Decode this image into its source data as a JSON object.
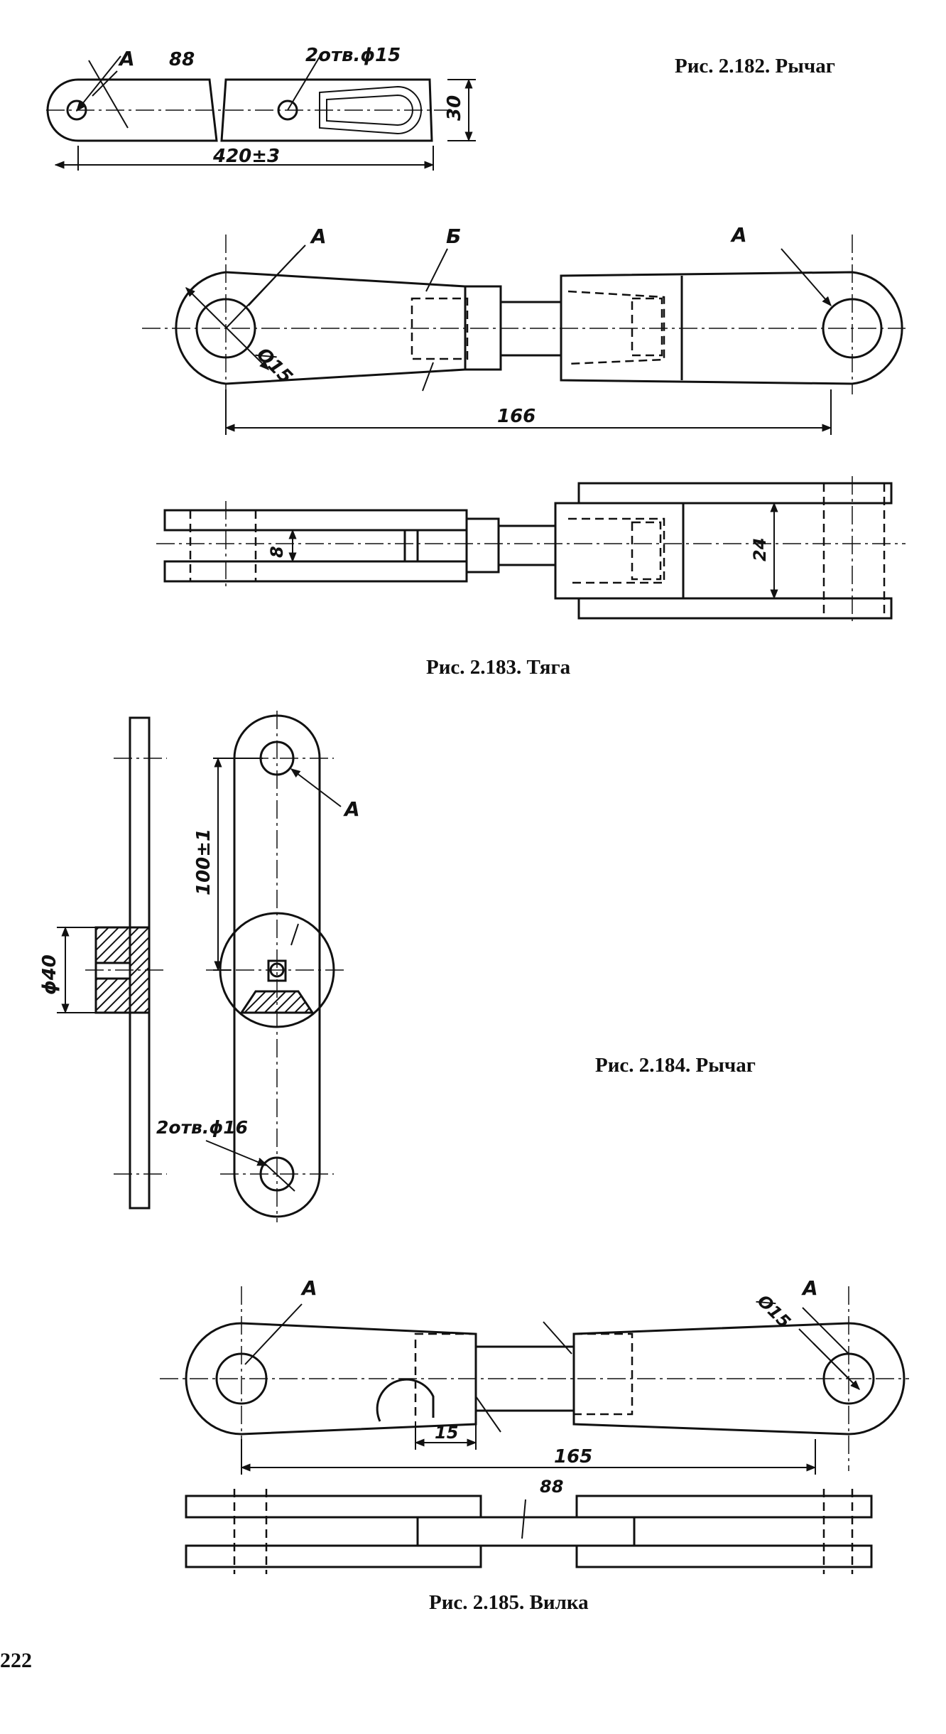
{
  "fig_182": {
    "caption": "Рис. 2.182. Рычаг",
    "label_a": "A",
    "label_thickness": "88",
    "label_holes": "2отв.ϕ15",
    "dim_height": "30",
    "dim_length": "420±3"
  },
  "fig_183": {
    "caption": "Рис. 2.183. Тяга",
    "label_a_left": "A",
    "label_b": "Б",
    "label_a_right": "A",
    "dim_diameter": "Ø15",
    "dim_length": "166",
    "dim_gap": "8",
    "dim_width": "24"
  },
  "fig_184": {
    "caption": "Рис. 2.184. Рычаг",
    "label_a": "A",
    "dim_spacing": "100±1",
    "dim_hub": "ϕ40",
    "label_holes": "2отв.ϕ16"
  },
  "fig_185": {
    "caption": "Рис. 2.185. Вилка",
    "label_a_left": "A",
    "label_a_right": "A",
    "dim_diameter": "Ø15",
    "dim_slot": "15",
    "dim_length": "165",
    "label_thickness": "88"
  },
  "page_number": "222"
}
